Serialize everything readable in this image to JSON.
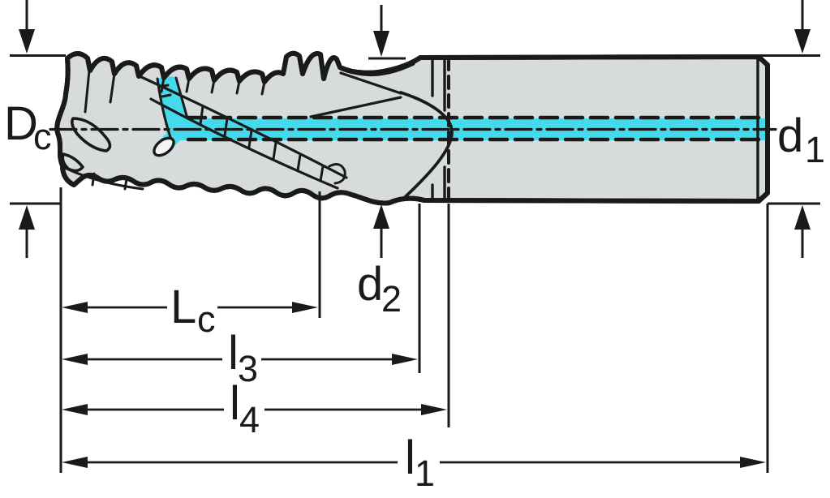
{
  "figure": {
    "kind": "tool-dimension-drawing",
    "tool": "roughing-end-mill-with-shank"
  },
  "labels": {
    "dc": {
      "main": "D",
      "sub": "c"
    },
    "d1": {
      "main": "d",
      "sub": "1"
    },
    "d2": {
      "main": "d",
      "sub": "2"
    },
    "lc": {
      "main": "L",
      "sub": "c"
    },
    "l3": {
      "main": "l",
      "sub": "3"
    },
    "l4": {
      "main": "l",
      "sub": "4"
    },
    "l1": {
      "main": "l",
      "sub": "1"
    }
  },
  "colors": {
    "coolant_cyan": "#45d9ec",
    "body_gray": "#d7dbdc",
    "line_black": "#1a1a1a",
    "background": "#ffffff",
    "outlet_face": "#f2f4f5"
  }
}
